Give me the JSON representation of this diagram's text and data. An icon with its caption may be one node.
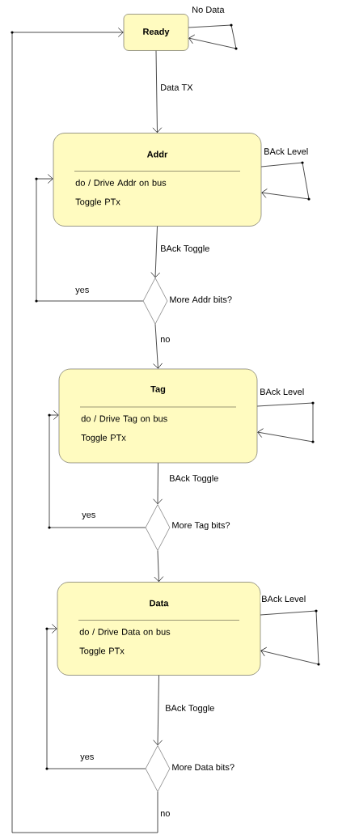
{
  "diagram": {
    "nodes": [
      {
        "text": [
          "Ready"
        ]
      },
      {
        "text": [
          "Addr",
          "do / Drive Addr on bus Toggle PTx"
        ]
      },
      {
        "text": [],
        "shape": "diamond",
        "beside": [
          "More Addr bits?"
        ]
      },
      {
        "text": [
          "Tag",
          "do / Drive Tag on bus Toggle PTx"
        ]
      },
      {
        "text": [],
        "shape": "diamond",
        "beside": [
          "More Tag bits?"
        ]
      },
      {
        "text": [
          "Data",
          "do / Drive Data on bus Toggle PTx"
        ]
      },
      {
        "text": [],
        "shape": "diamond",
        "beside": [
          "More Data bits?"
        ]
      }
    ],
    "edges": [
      {
        "from": 0,
        "to": 0,
        "arrow": "to",
        "label": "No Data"
      },
      {
        "from": 0,
        "to": 1,
        "arrow": "to",
        "label": "Data TX"
      },
      {
        "from": 1,
        "to": 1,
        "arrow": "to",
        "label": "BAck Level"
      },
      {
        "from": 1,
        "to": 2,
        "arrow": "to",
        "label": "BAck Toggle"
      },
      {
        "from": 2,
        "to": 1,
        "arrow": "to",
        "label": "yes"
      },
      {
        "from": 2,
        "to": 3,
        "arrow": "to",
        "label": "no"
      },
      {
        "from": 3,
        "to": 3,
        "arrow": "to",
        "label": "BAck Level"
      },
      {
        "from": 3,
        "to": 4,
        "arrow": "to",
        "label": "BAck Toggle"
      },
      {
        "from": 4,
        "to": 3,
        "arrow": "to",
        "label": "yes"
      },
      {
        "from": 4,
        "to": 5,
        "arrow": "to"
      },
      {
        "from": 5,
        "to": 5,
        "arrow": "to",
        "label": "BAck Level"
      },
      {
        "from": 5,
        "to": 6,
        "arrow": "to",
        "label": "BAck Toggle"
      },
      {
        "from": 6,
        "to": 5,
        "arrow": "to",
        "label": "yes"
      },
      {
        "from": 6,
        "to": 0,
        "arrow": "to",
        "label": "no"
      }
    ]
  }
}
